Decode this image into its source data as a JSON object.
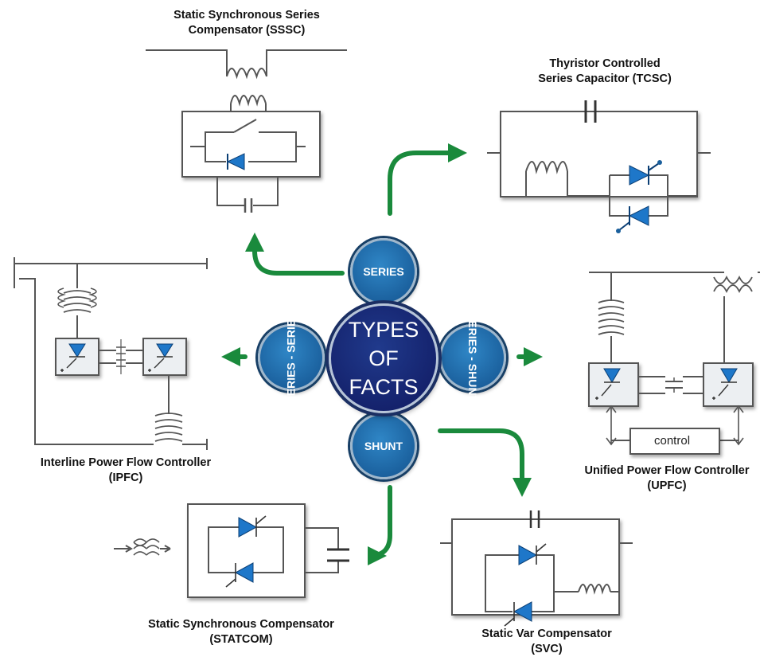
{
  "center": {
    "line1": "TYPES OF",
    "line2": "FACTS"
  },
  "categories": {
    "series": "SERIES",
    "series_series": "SERIES - SERIES",
    "series_shunt": "SERIES - SHUNT",
    "shunt": "SHUNT"
  },
  "captions": {
    "sssc": {
      "line1": "Static Synchronous Series",
      "line2": "Compensator (SSSC)"
    },
    "tcsc": {
      "line1": "Thyristor Controlled",
      "line2": "Series Capacitor (TCSC)"
    },
    "ipfc": {
      "line1": "Interline Power Flow Controller",
      "line2": "(IPFC)"
    },
    "upfc": {
      "line1": "Unified Power Flow Controller",
      "line2": "(UPFC)"
    },
    "statcom": {
      "line1": "Static Synchronous Compensator",
      "line2": "(STATCOM)"
    },
    "svc": {
      "line1": "Static Var Compensator",
      "line2": "(SVC)"
    }
  },
  "upfc_control_label": "control",
  "colors": {
    "arrow": "#1a8a3c",
    "circle": "#1a5f9c",
    "center": "#14216b",
    "diode": "#1e77c9",
    "wire": "#555555"
  }
}
